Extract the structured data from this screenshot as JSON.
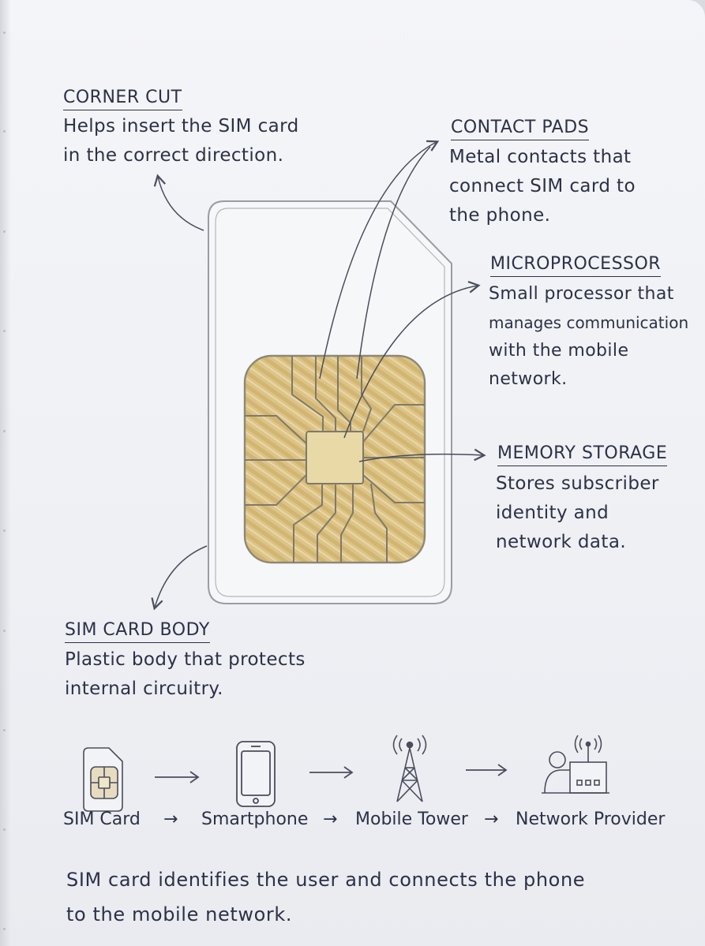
{
  "labels": {
    "corner_cut": {
      "title": "CORNER CUT",
      "lines": [
        "Helps insert the SIM card",
        "in the correct direction."
      ]
    },
    "contact_pads": {
      "title": "CONTACT PADS",
      "lines": [
        "Metal contacts that",
        "connect SIM card to",
        "the phone."
      ]
    },
    "microprocessor": {
      "title": "MICROPROCESSOR",
      "lines": [
        "Small processor that",
        "manages communication",
        "with the mobile",
        "network."
      ]
    },
    "memory_storage": {
      "title": "MEMORY STORAGE",
      "lines": [
        "Stores subscriber",
        "identity and",
        "network data."
      ]
    },
    "sim_body": {
      "title": "SIM CARD BODY",
      "lines": [
        "Plastic body that protects",
        "internal circuitry."
      ]
    }
  },
  "flow": {
    "icons": [
      "sim-card-icon",
      "smartphone-icon",
      "mobile-tower-icon",
      "network-provider-icon"
    ],
    "arrow_glyph": "→",
    "steps": [
      "SIM Card",
      "Smartphone",
      "Mobile Tower",
      "Network Provider"
    ]
  },
  "footer": {
    "lines": [
      "SIM card identifies the user and connects the phone",
      "to the mobile network."
    ]
  },
  "colors": {
    "ink": "#2d3148",
    "chip_gold": "#dcc488",
    "chip_line": "#8c8878",
    "card_outline": "#9a9ca4"
  }
}
